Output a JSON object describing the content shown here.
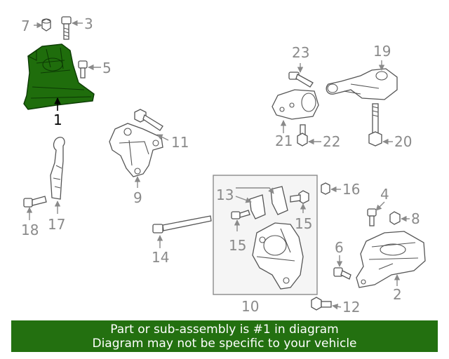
{
  "callouts": {
    "c1": "1",
    "c2": "2",
    "c3": "3",
    "c4": "4",
    "c5": "5",
    "c6": "6",
    "c7": "7",
    "c8": "8",
    "c9": "9",
    "c10": "10",
    "c11": "11",
    "c12": "12",
    "c13": "13",
    "c14": "14",
    "c15a": "15",
    "c15b": "15",
    "c16": "16",
    "c17": "17",
    "c18": "18",
    "c19": "19",
    "c20": "20",
    "c21": "21",
    "c22": "22",
    "c23": "23"
  },
  "banner": {
    "line1": "Part or sub-assembly is #1 in diagram",
    "line2": "Diagram may not be specific to your vehicle"
  },
  "colors": {
    "highlight": "#1f6d0c",
    "banner_bg": "#237010",
    "label": "#8a8a8a"
  }
}
